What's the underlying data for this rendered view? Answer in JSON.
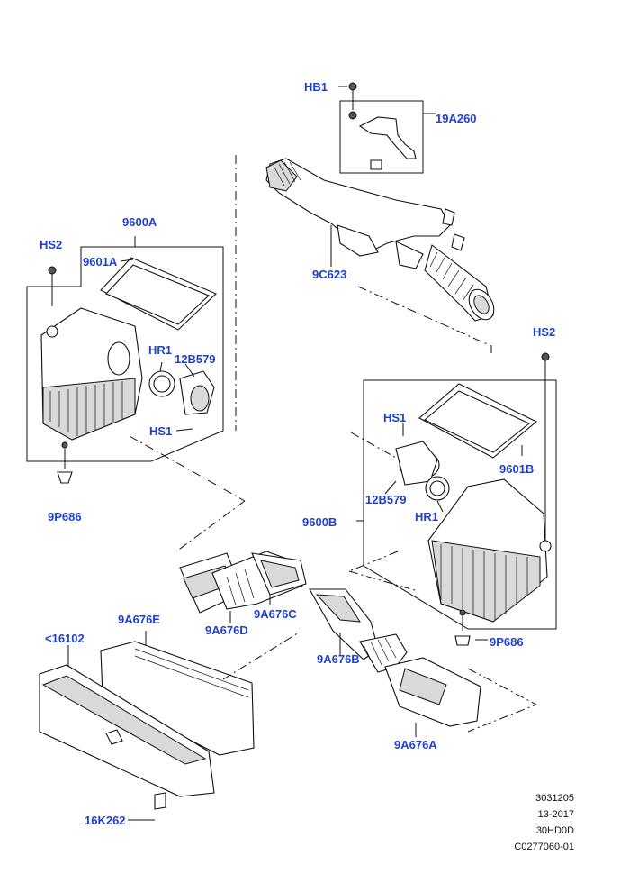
{
  "parts": {
    "hb1": "HB1",
    "p19a260": "19A260",
    "p9c623": "9C623",
    "p9600a": "9600A",
    "hs2_left": "HS2",
    "p9601a": "9601A",
    "hr1_left": "HR1",
    "p12b579_left": "12B579",
    "hs1_left": "HS1",
    "p9p686_left": "9P686",
    "hs2_right": "HS2",
    "hs1_right": "HS1",
    "p9601b": "9601B",
    "p12b579_right": "12B579",
    "hr1_right": "HR1",
    "p9600b": "9600B",
    "p9p686_right": "9P686",
    "p9a676c": "9A676C",
    "p9a676d": "9A676D",
    "p9a676e": "9A676E",
    "p9a676b": "9A676B",
    "p16102": "<16102",
    "p9a676a": "9A676A",
    "p16k262": "16K262"
  },
  "meta": {
    "line1": "3031205",
    "line2": "13-2017",
    "line3": "30HD0D",
    "line4": "C0277060-01"
  },
  "colors": {
    "label": "#1f3fd0",
    "line": "#111111"
  }
}
